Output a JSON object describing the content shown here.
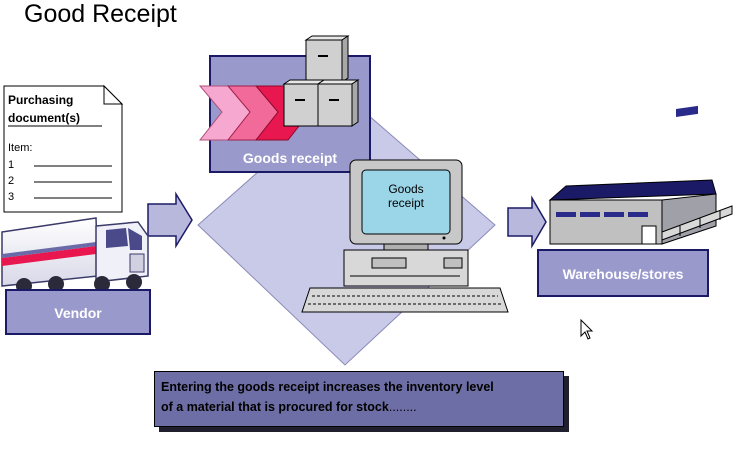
{
  "title": "Good Receipt",
  "purchasing_doc": {
    "line1": "Purchasing",
    "line2": "document(s)",
    "item_label": "Item:",
    "items": [
      "1",
      "2",
      "3"
    ]
  },
  "goods_receipt_box": {
    "label": "Goods receipt"
  },
  "monitor_screen": {
    "line1": "Goods",
    "line2": "receipt"
  },
  "vendor_box": {
    "label": "Vendor"
  },
  "warehouse_box": {
    "label": "Warehouse/stores"
  },
  "caption": {
    "line1": "Entering the goods receipt increases the inventory level",
    "line2": "of a material that is procured for stock",
    "ellipsis": "........"
  },
  "colors": {
    "box_fill": "#9999cc",
    "box_border": "#1a1a66",
    "diamond_fill": "#c9c9e8",
    "caption_fill": "#6e6ea6",
    "chevron_pink": "#f7a8d0",
    "chevron_red": "#e8174f"
  }
}
